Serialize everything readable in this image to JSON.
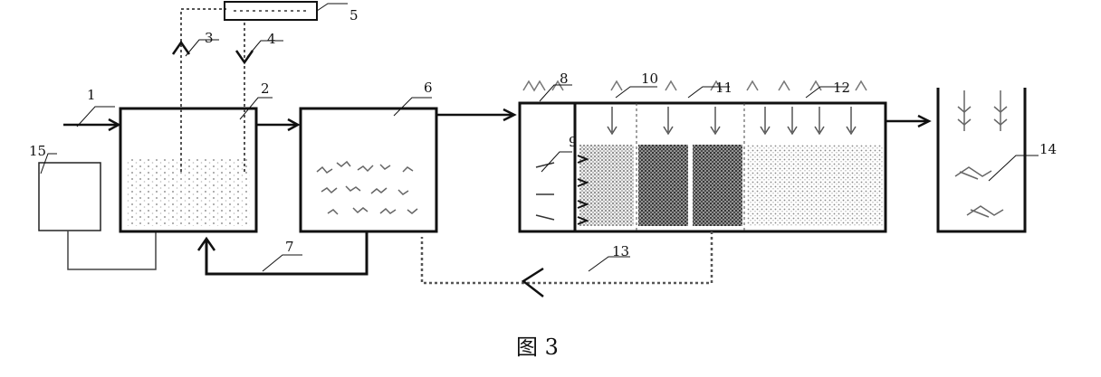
{
  "labels": {
    "n1": "1",
    "n2": "2",
    "n3": "3",
    "n4": "4",
    "n5": "5",
    "n6": "6",
    "n7": "7",
    "n8": "8",
    "n9": "9",
    "n10": "10",
    "n11": "11",
    "n12": "12",
    "n13": "13",
    "n14": "14",
    "n15": "15"
  },
  "caption": "图 3",
  "colors": {
    "ink": "#111111",
    "dots": "#555555",
    "fill_light": "#bdbdbd",
    "fill_dark": "#6e6e6e"
  }
}
